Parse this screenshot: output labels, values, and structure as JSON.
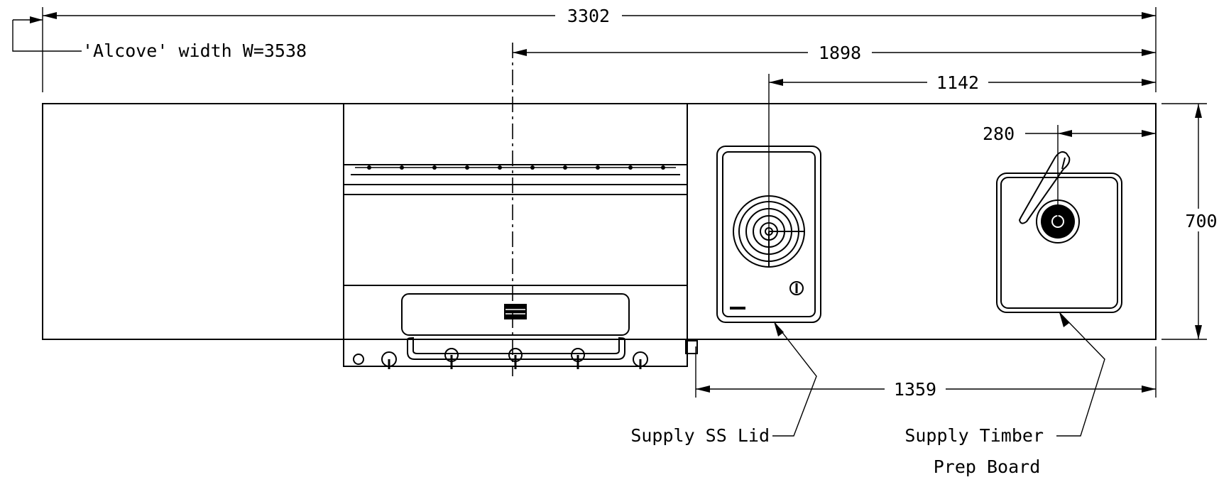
{
  "dimensions": {
    "overall_width": "3302",
    "alcove_label": "'Alcove' width W=3538",
    "to_oven_centre": "1898",
    "to_hotplate_centre": "1142",
    "to_tap_centre": "280",
    "depth": "700",
    "right_bench_width": "1359"
  },
  "callouts": {
    "ss_lid": "Supply SS Lid",
    "timber_board_line1": "Supply Timber",
    "timber_board_line2": "Prep Board"
  },
  "colors": {
    "line": "#000000",
    "background": "#ffffff"
  }
}
